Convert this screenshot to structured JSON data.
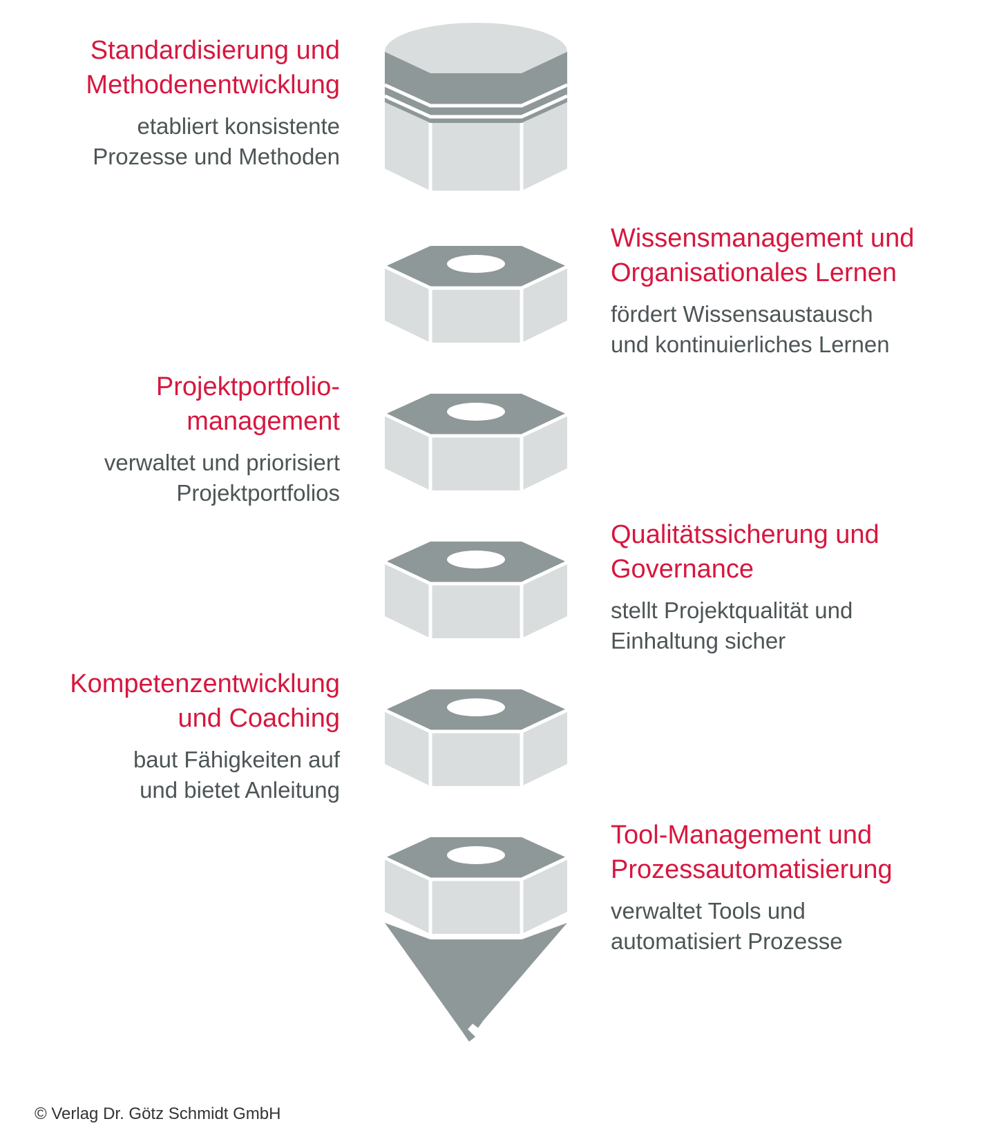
{
  "colors": {
    "accent": "#d6173f",
    "text": "#4d5556",
    "light": "#d9dddd",
    "dark": "#8f9899"
  },
  "items": [
    {
      "title1": "Standardisierung und",
      "title2": "Methodenentwicklung",
      "desc1": "etabliert konsistente",
      "desc2": "Prozesse und Methoden"
    },
    {
      "title1": "Wissensmanagement und",
      "title2": "Organisationales Lernen",
      "desc1": "fördert Wissensaustausch",
      "desc2": "und kontinuierliches Lernen"
    },
    {
      "title1": "Projektportfolio-",
      "title2": "management",
      "desc1": "verwaltet und priorisiert",
      "desc2": "Projektportfolios"
    },
    {
      "title1": "Qualitätssicherung und",
      "title2": "Governance",
      "desc1": "stellt Projektqualität und",
      "desc2": "Einhaltung sicher"
    },
    {
      "title1": "Kompetenzentwicklung",
      "title2": "und Coaching",
      "desc1": "baut Fähigkeiten auf",
      "desc2": "und bietet Anleitung"
    },
    {
      "title1": "Tool-Management und",
      "title2": "Prozessautomatisierung",
      "desc1": "verwaltet Tools und",
      "desc2": "automatisiert Prozesse"
    }
  ],
  "copyright": "© Verlag Dr. Götz Schmidt GmbH"
}
